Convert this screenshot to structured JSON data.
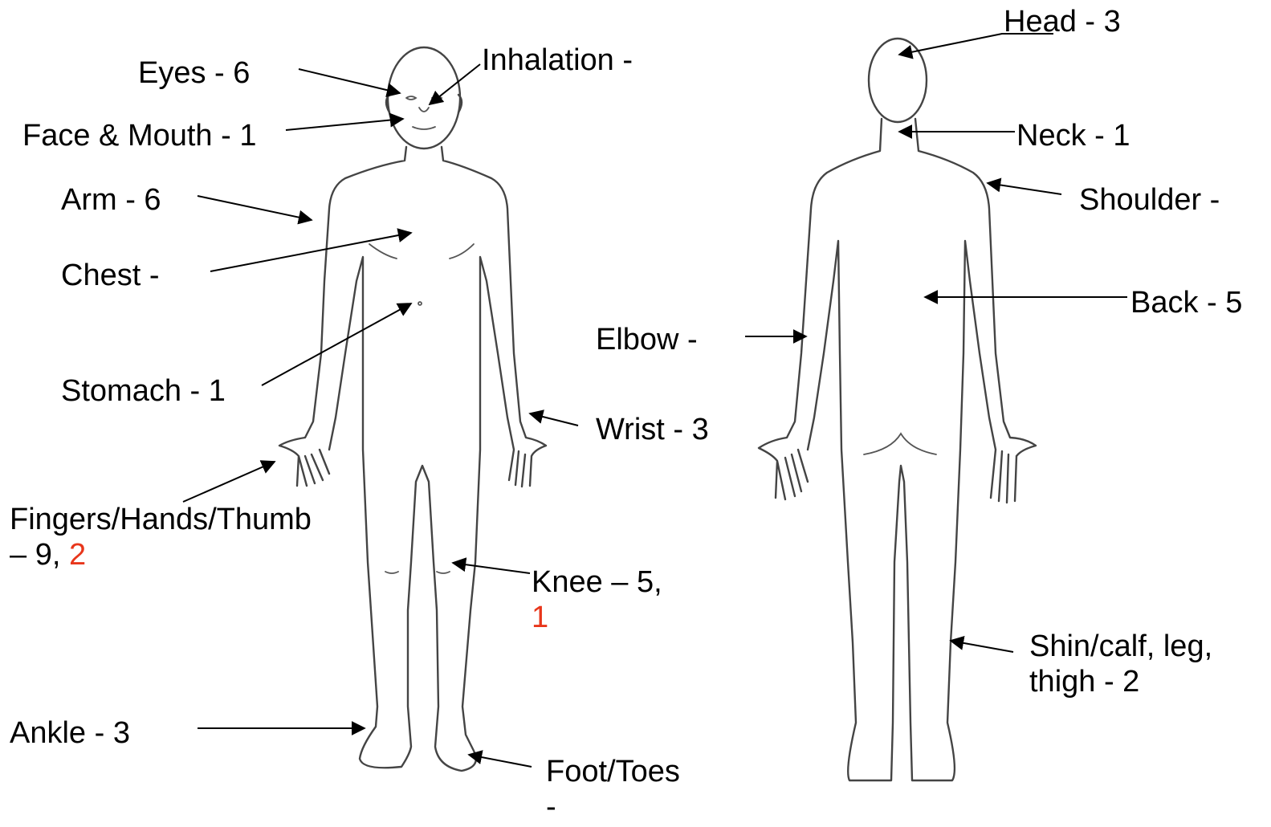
{
  "colors": {
    "text": "#000000",
    "highlight": "#e8361b",
    "outline": "#444444",
    "background": "#ffffff"
  },
  "labels": {
    "eyes": "Eyes - 6",
    "inhalation": "Inhalation -",
    "face_mouth": "Face & Mouth - 1",
    "arm": "Arm - 6",
    "chest": "Chest -",
    "stomach": "Stomach - 1",
    "fingers_line1": "Fingers/Hands/Thumb",
    "fingers_line2_prefix": "– 9, ",
    "fingers_line2_highlight": "2",
    "knee_line1": "Knee – 5,",
    "knee_line2_highlight": "1",
    "ankle": "Ankle - 3",
    "foot_line1": "Foot/Toes",
    "foot_line2": "-",
    "wrist": "Wrist - 3",
    "elbow": "Elbow -",
    "head": "Head - 3",
    "neck": "Neck - 1",
    "shoulder": "Shoulder -",
    "back": "Back - 5",
    "shin_line1": "Shin/calf, leg,",
    "shin_line2": "thigh - 2"
  }
}
